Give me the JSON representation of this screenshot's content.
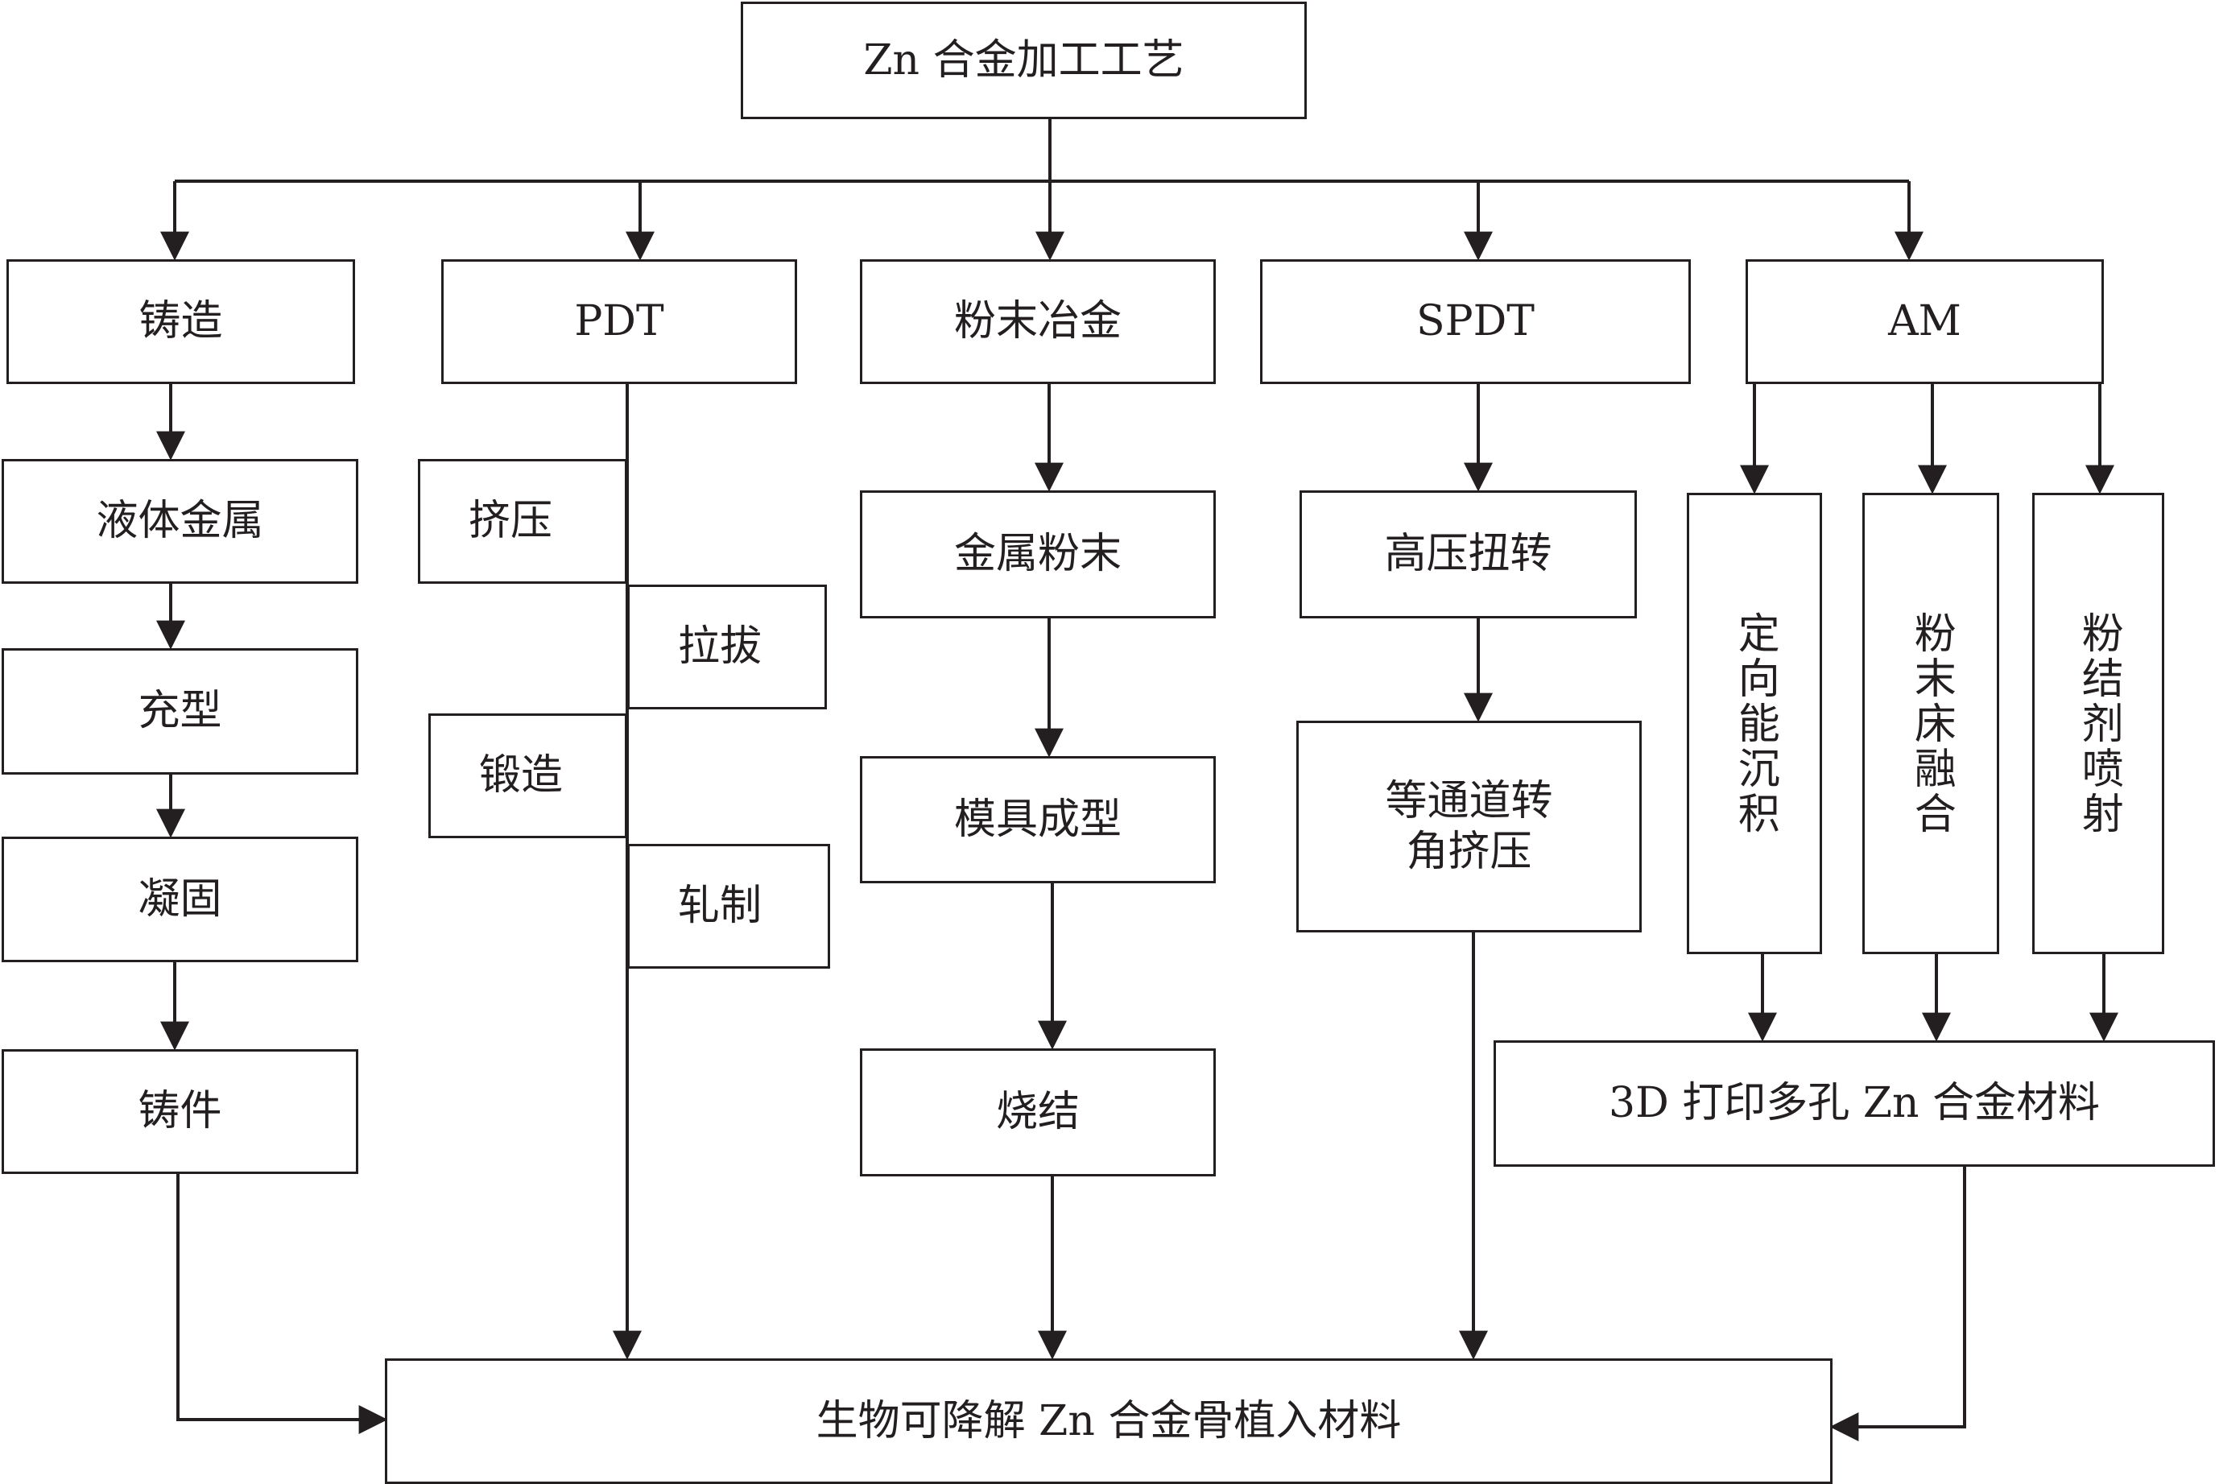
{
  "title": "Zn 合金加工工艺",
  "categories": {
    "casting": "铸造",
    "pdt": "PDT",
    "powder_metallurgy": "粉末冶金",
    "spdt": "SPDT",
    "am": "AM"
  },
  "casting_steps": [
    "液体金属",
    "充型",
    "凝固",
    "铸件"
  ],
  "pdt_steps": [
    "挤压",
    "拉拔",
    "锻造",
    "轧制"
  ],
  "powder_steps": [
    "金属粉末",
    "模具成型",
    "烧结"
  ],
  "spdt_steps": [
    "高压扭转",
    "等通道转角挤压"
  ],
  "am_methods": [
    "定向能沉积",
    "粉末床融合",
    "粉结剂喷射"
  ],
  "am_output": "3D 打印多孔 Zn 合金材料",
  "final": "生物可降解 Zn 合金骨植入材料",
  "colors": {
    "line": "#231f20",
    "background": "#ffffff"
  }
}
